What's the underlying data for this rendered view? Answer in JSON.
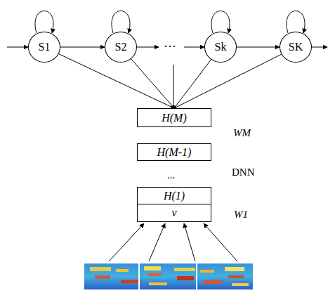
{
  "diagram": {
    "nodes": [
      {
        "text": [
          "S1"
        ]
      },
      {
        "text": [
          "S2"
        ]
      },
      {
        "text": [
          "Sk"
        ]
      },
      {
        "text": [
          "SK"
        ]
      },
      {
        "text": [
          "H(M)"
        ]
      },
      {
        "text": [
          "H(M-1)"
        ]
      },
      {
        "text": [
          "H(1)"
        ]
      },
      {
        "text": [
          "v"
        ]
      }
    ],
    "edges": [
      {
        "from": 0,
        "to": 1,
        "arrow": "to"
      },
      {
        "from": 2,
        "to": 3,
        "arrow": "to"
      },
      {
        "from": 0,
        "to": 4,
        "arrow": "none"
      },
      {
        "from": 1,
        "to": 4,
        "arrow": "none"
      },
      {
        "from": 2,
        "to": 4,
        "arrow": "none"
      },
      {
        "from": 3,
        "to": 4,
        "arrow": "none"
      }
    ],
    "labels": [
      "…",
      "...",
      "WM",
      "DNN",
      "W1"
    ]
  }
}
